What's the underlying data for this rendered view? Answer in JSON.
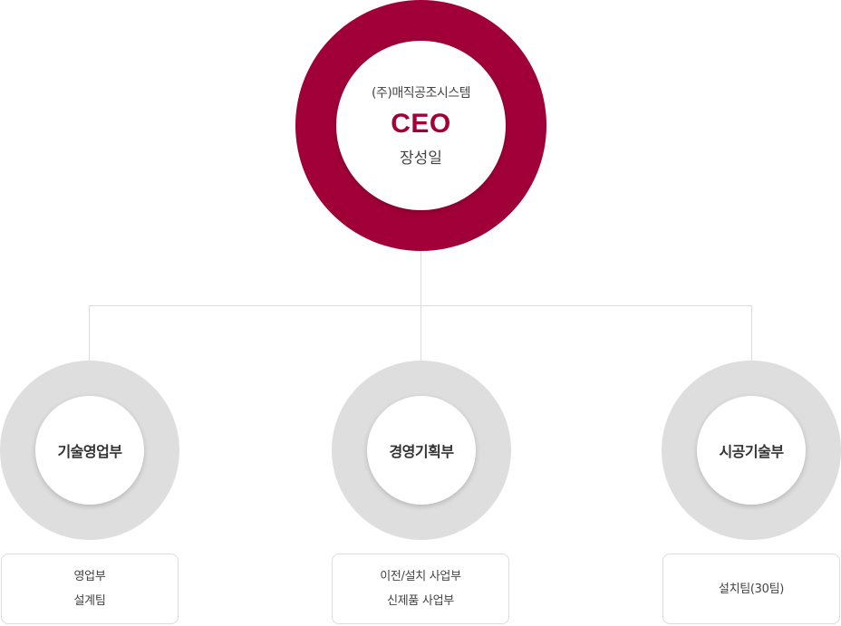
{
  "ceo": {
    "company": "(주)매직공조시스템",
    "title": "CEO",
    "name": "장성일",
    "ring_color": "#a00037"
  },
  "departments": [
    {
      "name": "기술영업부",
      "items": [
        "영업부",
        "설계팀"
      ]
    },
    {
      "name": "경영기획부",
      "items": [
        "이전/설치 사업부",
        "신제품 사업부"
      ]
    },
    {
      "name": "시공기술부",
      "items": [
        "설치팀(30팀)"
      ]
    }
  ],
  "colors": {
    "accent": "#a00037",
    "dept_ring": "#dedede",
    "line": "#dcdcdc"
  }
}
